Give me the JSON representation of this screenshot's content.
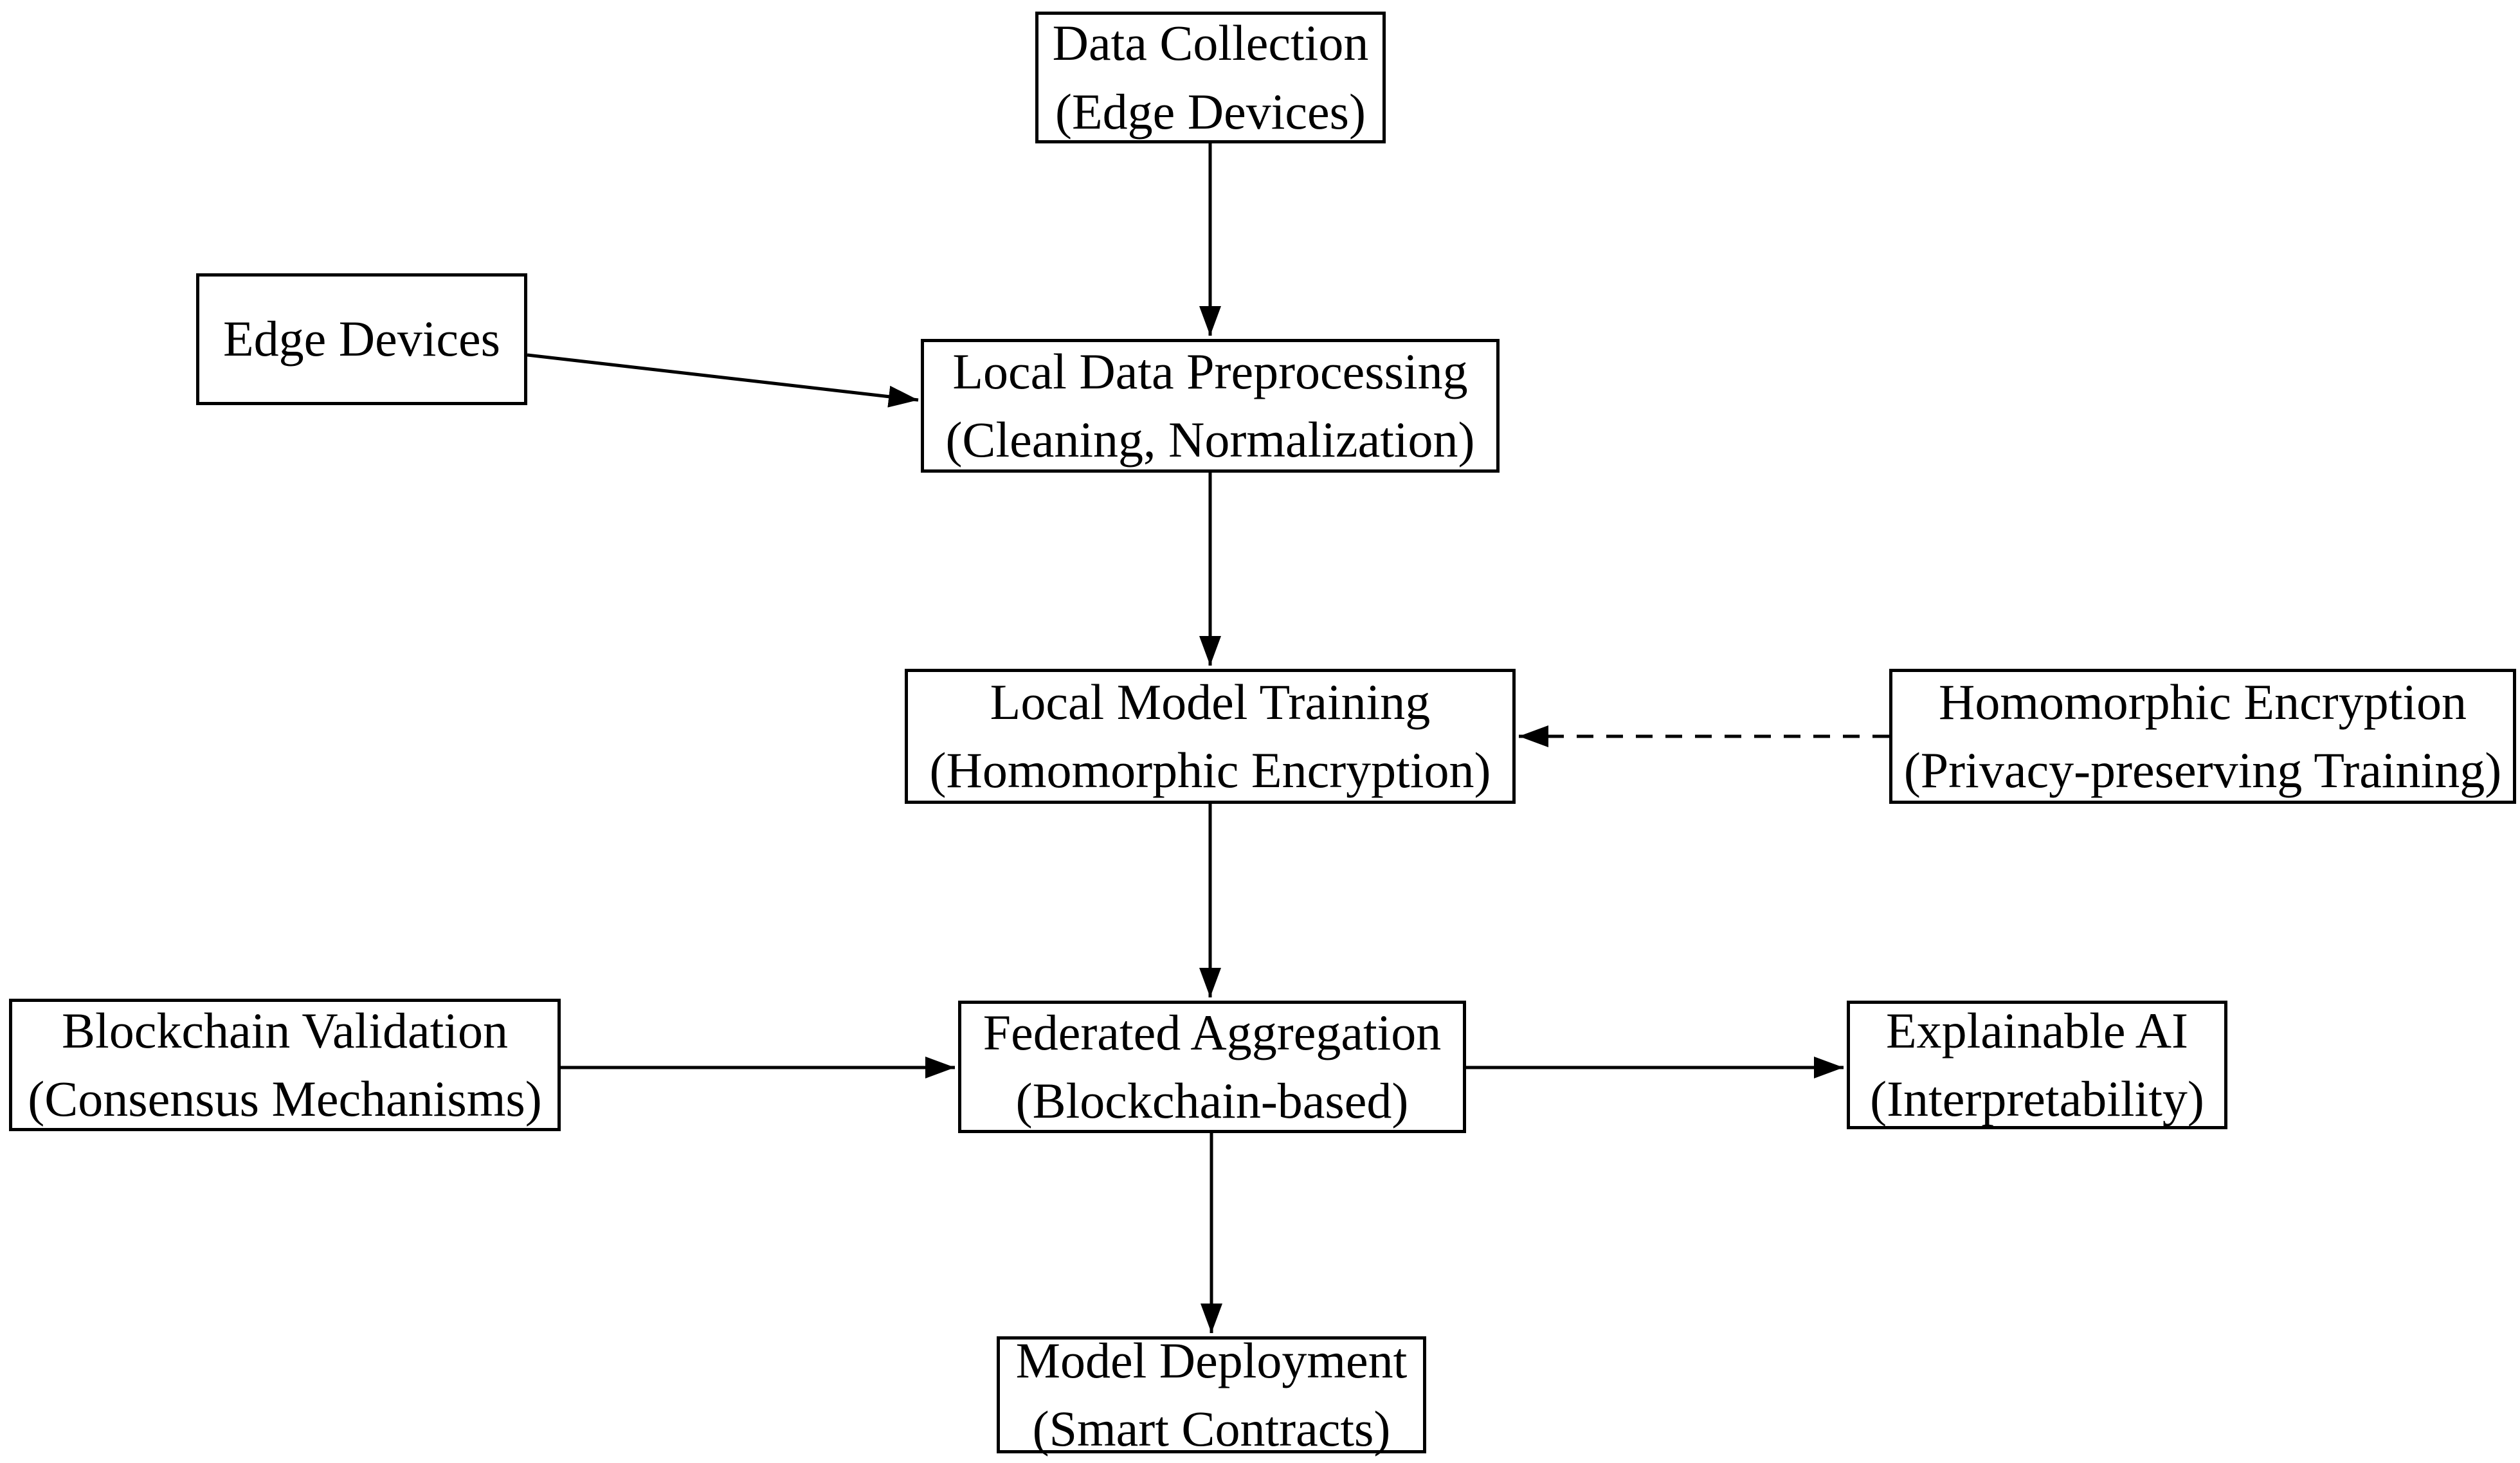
{
  "diagram_title": "",
  "colors": {
    "background": "#ffffff",
    "stroke": "#000000",
    "text": "#000000"
  },
  "nodes": {
    "data_collection": {
      "line1": "Data Collection",
      "line2": "(Edge Devices)"
    },
    "edge_devices": {
      "line1": "Edge Devices",
      "line2": ""
    },
    "local_preprocessing": {
      "line1": "Local Data Preprocessing",
      "line2": "(Cleaning, Normalization)"
    },
    "local_training": {
      "line1": "Local Model Training",
      "line2": "(Homomorphic Encryption)"
    },
    "homomorphic_encryption": {
      "line1": "Homomorphic Encryption",
      "line2": "(Privacy-preserving Training)"
    },
    "blockchain_validation": {
      "line1": "Blockchain Validation",
      "line2": "(Consensus Mechanisms)"
    },
    "federated_aggregation": {
      "line1": "Federated Aggregation",
      "line2": "(Blockchain-based)"
    },
    "explainable_ai": {
      "line1": "Explainable AI",
      "line2": "(Interpretability)"
    },
    "model_deployment": {
      "line1": "Model Deployment",
      "line2": "(Smart Contracts)"
    }
  },
  "edges": [
    {
      "from": "Data Collection",
      "to": "Local Data Preprocessing",
      "style": "solid"
    },
    {
      "from": "Edge Devices",
      "to": "Local Data Preprocessing",
      "style": "solid"
    },
    {
      "from": "Local Data Preprocessing",
      "to": "Local Model Training",
      "style": "solid"
    },
    {
      "from": "Homomorphic Encryption",
      "to": "Local Model Training",
      "style": "dashed"
    },
    {
      "from": "Local Model Training",
      "to": "Federated Aggregation",
      "style": "solid"
    },
    {
      "from": "Blockchain Validation",
      "to": "Federated Aggregation",
      "style": "solid"
    },
    {
      "from": "Federated Aggregation",
      "to": "Explainable AI",
      "style": "solid"
    },
    {
      "from": "Federated Aggregation",
      "to": "Model Deployment",
      "style": "solid"
    }
  ]
}
